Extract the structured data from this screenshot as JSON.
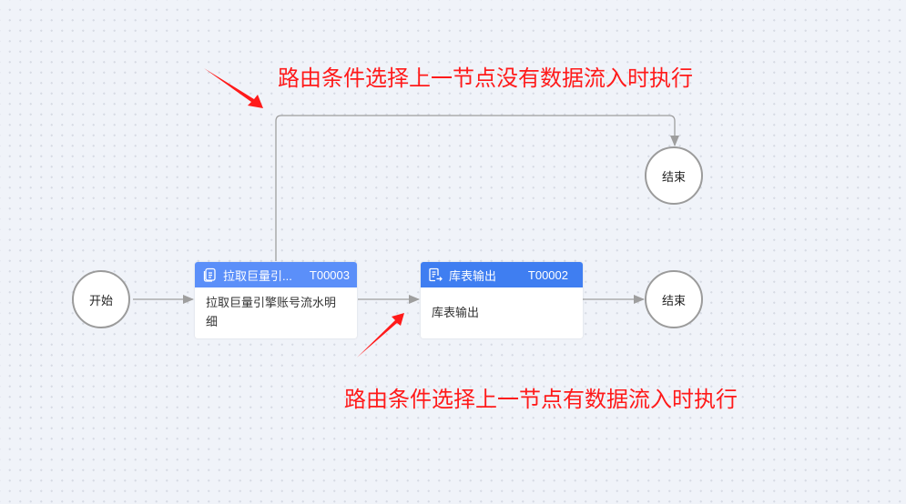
{
  "canvas": {
    "background": "#f0f3f9",
    "dot_color": "#d7dbe4"
  },
  "nodes": {
    "start": {
      "label": "开始"
    },
    "end_top": {
      "label": "结束"
    },
    "end_right": {
      "label": "结束"
    },
    "task1": {
      "title": "拉取巨量引...",
      "code": "T00003",
      "body": "拉取巨量引擎账号流水明细",
      "header_color": "#5b8ff9",
      "icon": "copy-document-icon"
    },
    "task2": {
      "title": "库表输出",
      "code": "T00002",
      "body": "库表输出",
      "header_color": "#3f7ef1",
      "icon": "table-export-icon"
    }
  },
  "annotations": {
    "top": "路由条件选择上一节点没有数据流入时执行",
    "bottom": "路由条件选择上一节点有数据流入时执行",
    "color": "#ff1a1a"
  },
  "edge_color": "#9e9e9e"
}
